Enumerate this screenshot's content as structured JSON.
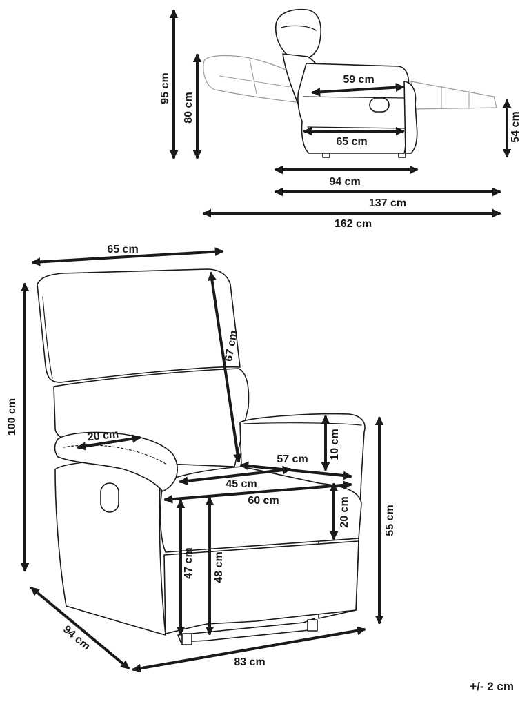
{
  "side_view": {
    "height_total": "95 cm",
    "height_back": "80 cm",
    "seat_depth_reclined": "59 cm",
    "seat_depth": "65 cm",
    "footrest_height": "54 cm",
    "depth_upright": "94 cm",
    "depth_footrest": "137 cm",
    "depth_full_recline": "162 cm"
  },
  "front_view": {
    "width_top": "65 cm",
    "height_total": "100 cm",
    "backrest_height": "67 cm",
    "armrest_width": "20 cm",
    "armrest_height": "10 cm",
    "seat_depth": "57 cm",
    "seat_width": "45 cm",
    "inner_width": "60 cm",
    "seat_cushion_height": "20 cm",
    "arm_height": "55 cm",
    "seat_height_front": "47 cm",
    "seat_height": "48 cm",
    "depth": "94 cm",
    "width": "83 cm"
  },
  "tolerance": "+/- 2 cm"
}
